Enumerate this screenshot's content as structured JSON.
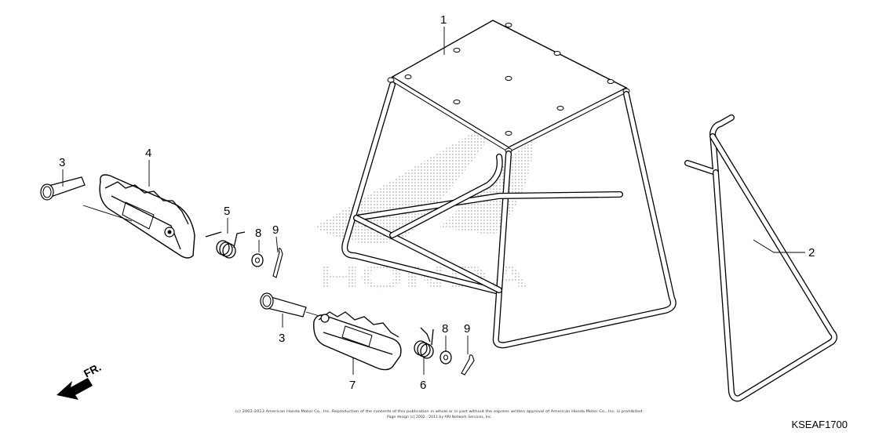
{
  "diagram": {
    "callouts": {
      "c1": "1",
      "c2": "2",
      "c3a": "3",
      "c3b": "3",
      "c4": "4",
      "c5": "5",
      "c6": "6",
      "c7": "7",
      "c8a": "8",
      "c8b": "8",
      "c9a": "9",
      "c9b": "9"
    },
    "front_arrow_label": "FR.",
    "watermark_text": "HONDA",
    "copyright_line1": "(c) 2002-2013 American Honda Motor Co., Inc. Reproduction of the contents of this publication in whole or in part without the express written approval of American Honda Motor Co., Inc. is prohibited.",
    "copyright_line2": "Page design (c) 2002 - 2011 by ARI Network Services, Inc.",
    "diagram_code": "KSEAF1700"
  }
}
